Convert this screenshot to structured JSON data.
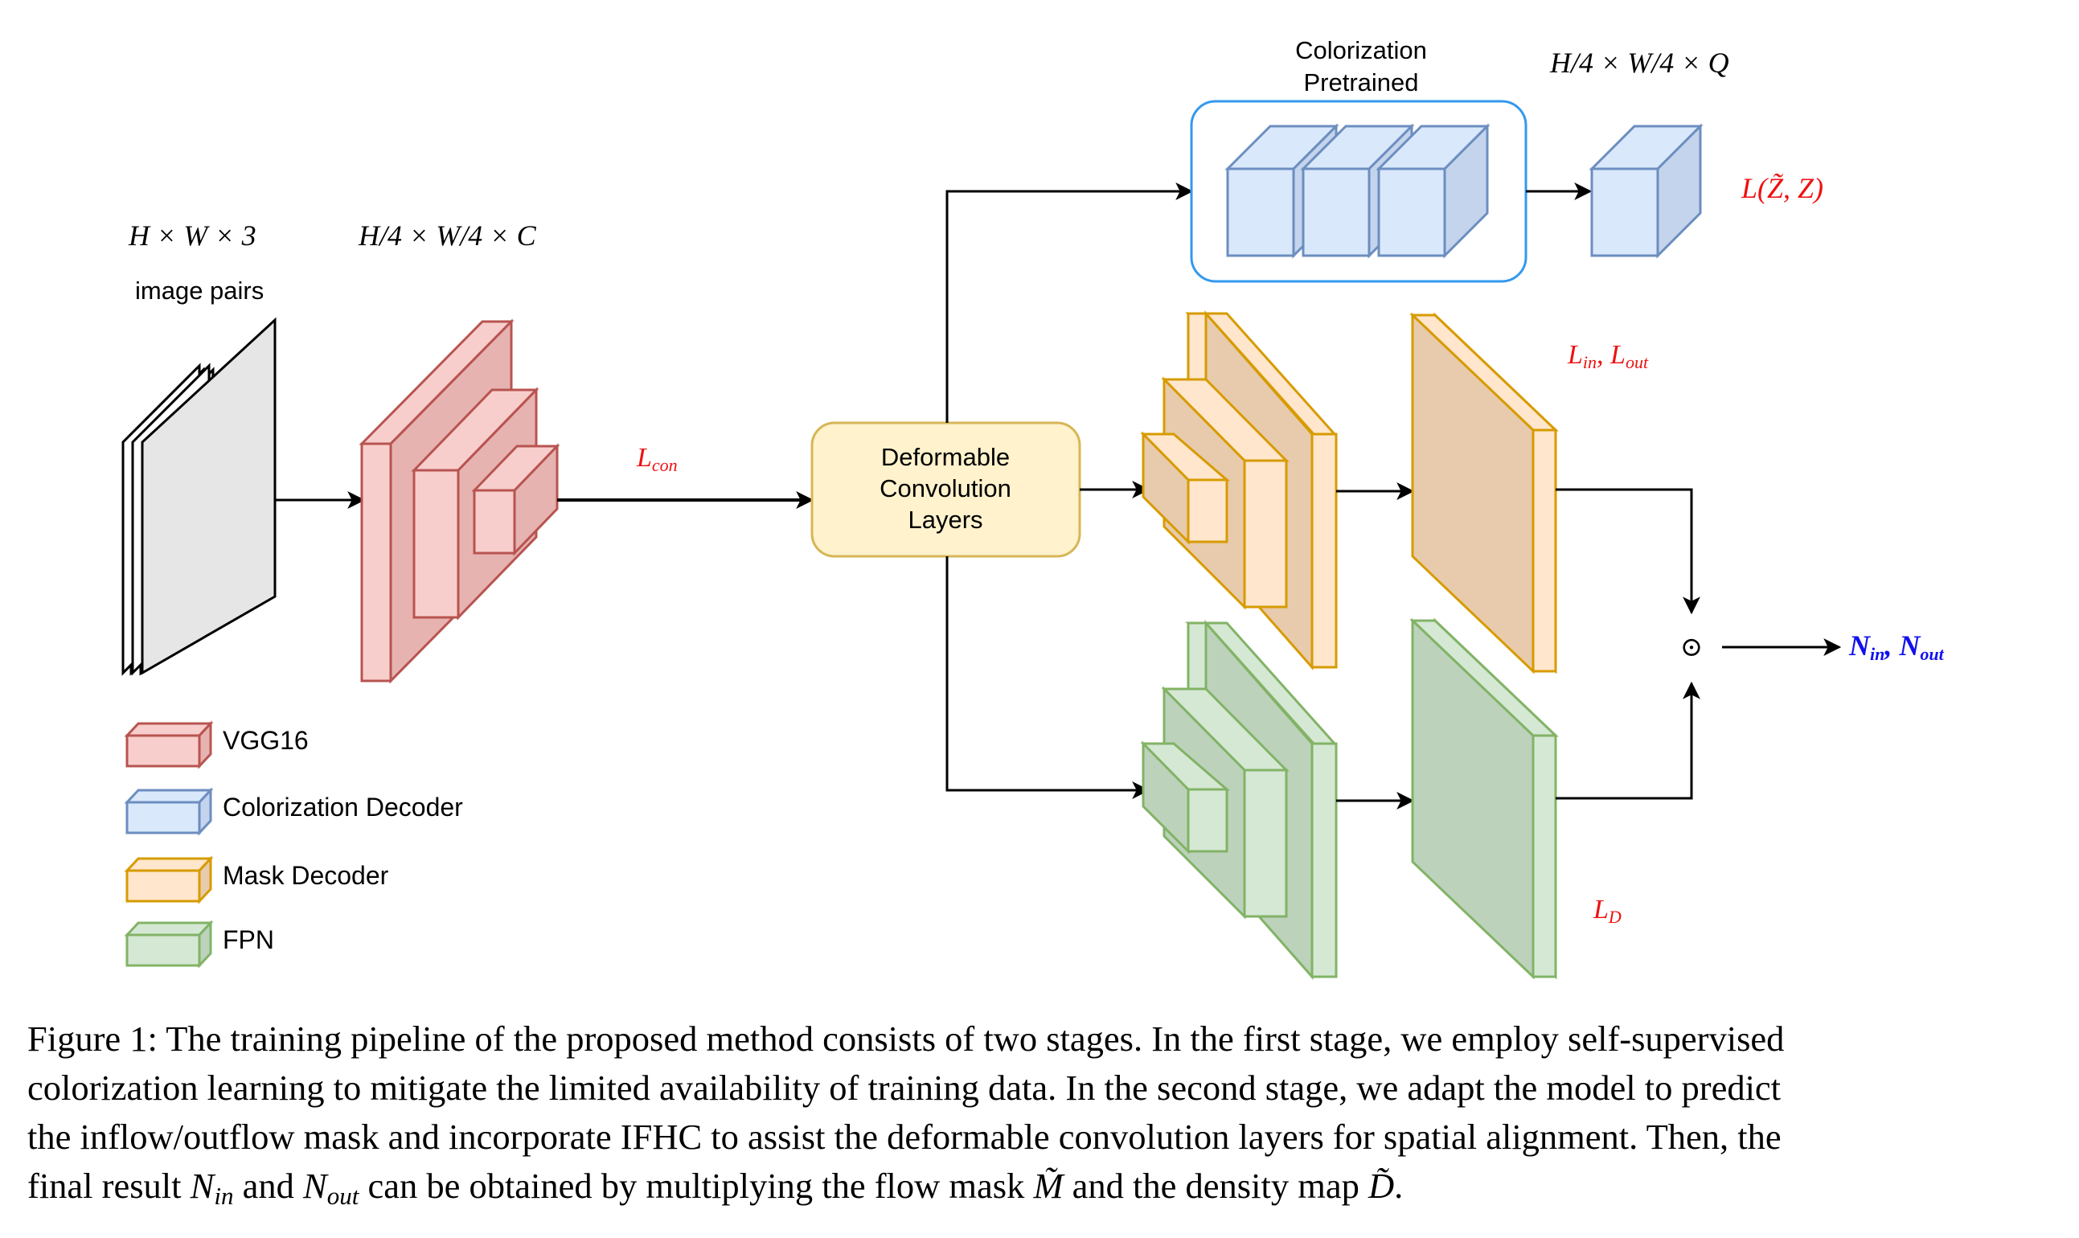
{
  "labels": {
    "input_dims": "H × W × 3",
    "input_name": "image pairs",
    "vgg_dims": "H/4 × W/4 × C",
    "l_con": "L",
    "l_con_sub": "con",
    "deform_line1": "Deformable",
    "deform_line2": "Convolution",
    "deform_line3": "Layers",
    "color_pre_line1": "Colorization",
    "color_pre_line2": "Pretrained",
    "color_dims": "H/4 × W/4 × Q",
    "l_zz": "L(Z̃, Z)",
    "l_in_out_a": "L",
    "l_in_sub": "in",
    "l_in_out_sep": ", L",
    "l_out_sub": "out",
    "l_d": "L",
    "l_d_sub": "D",
    "odot": "⊙",
    "n_a": "N",
    "n_in_sub": "in",
    "n_sep": ", N",
    "n_out_sub": "out"
  },
  "legend": [
    {
      "label": "VGG16",
      "color": "#f8cecc",
      "stroke": "#b85450"
    },
    {
      "label": "Colorization Decoder",
      "color": "#dae8fc",
      "stroke": "#6c8ebf"
    },
    {
      "label": "Mask Decoder",
      "color": "#ffe6cc",
      "stroke": "#d79b00"
    },
    {
      "label": "FPN",
      "color": "#d5e8d4",
      "stroke": "#82b366"
    }
  ],
  "caption": {
    "line1": "Figure 1: The training pipeline of the proposed method consists of two stages. In the first stage, we employ self-supervised",
    "line2": "colorization learning to mitigate the limited availability of training data. In the second stage, we adapt the model to predict",
    "line3": "the inflow/outflow mask and incorporate IFHC to assist the deformable convolution layers for spatial alignment. Then, the",
    "line4_a": "final result ",
    "line4_nin": "N",
    "line4_nin_sub": "in",
    "line4_b": " and ",
    "line4_nout": "N",
    "line4_nout_sub": "out",
    "line4_c": " can be obtained by multiplying the flow mask ",
    "line4_m": "M̃",
    "line4_d": " and the density map ",
    "line4_dd": "D̃",
    "line4_e": "."
  },
  "colors": {
    "vgg_fill": "#f8cecc",
    "vgg_fill_dark": "#e6b3b1",
    "vgg_stroke": "#b85450",
    "color_fill": "#dae8fc",
    "color_fill_dark": "#c4d4ec",
    "color_stroke": "#6c8ebf",
    "mask_fill": "#ffe6cc",
    "mask_fill_dark": "#e8cbad",
    "mask_stroke": "#d79b00",
    "fpn_fill": "#d5e8d4",
    "fpn_fill_dark": "#bcd2bb",
    "fpn_stroke": "#82b366",
    "deform_fill": "#fff2cc",
    "deform_stroke": "#d6b656",
    "group_stroke": "#3399ee",
    "loss_red": "#ee1111",
    "n_blue": "#1111ee"
  },
  "icons": [
    "arrow-right-icon",
    "arrow-down-icon",
    "arrow-up-icon",
    "odot-icon"
  ]
}
